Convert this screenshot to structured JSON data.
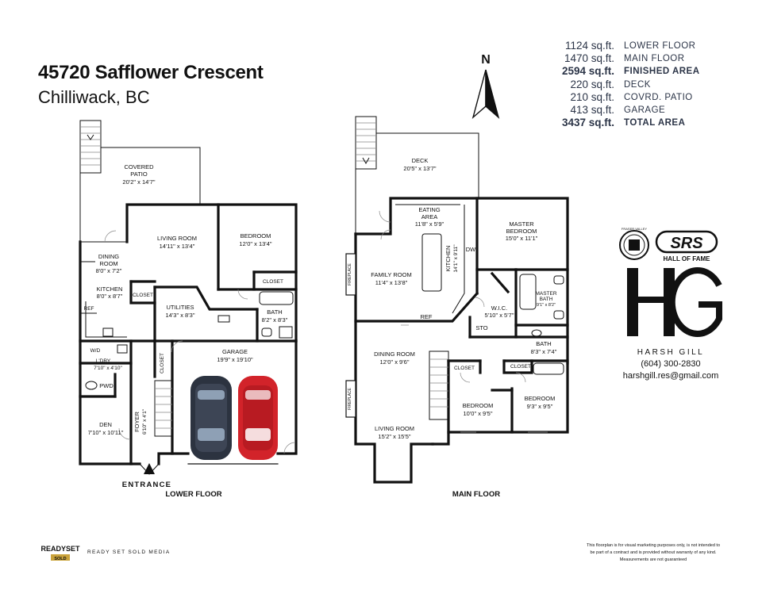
{
  "header": {
    "address": "45720 Safflower Crescent",
    "city": "Chilliwack, BC"
  },
  "compass": {
    "label": "N"
  },
  "areas": [
    {
      "value": "1124 sq.ft.",
      "label": "LOWER FLOOR",
      "bold": false
    },
    {
      "value": "1470 sq.ft.",
      "label": "MAIN FLOOR",
      "bold": false
    },
    {
      "value": "2594 sq.ft.",
      "label": "FINISHED AREA",
      "bold": true
    },
    {
      "value": "220 sq.ft.",
      "label": "DECK",
      "bold": false
    },
    {
      "value": "210 sq.ft.",
      "label": "COVRD. PATIO",
      "bold": false
    },
    {
      "value": "413 sq.ft.",
      "label": "GARAGE",
      "bold": false
    },
    {
      "value": "3437 sq.ft.",
      "label": "TOTAL AREA",
      "bold": true
    }
  ],
  "lower_floor": {
    "title": "LOWER FLOOR",
    "entrance": "ENTRANCE",
    "rooms": {
      "covered_patio": {
        "name": "COVERED\nPATIO",
        "dims": "20'2\" x 14'7\""
      },
      "living_room": {
        "name": "LIVING ROOM",
        "dims": "14'11\" x 13'4\""
      },
      "bedroom": {
        "name": "BEDROOM",
        "dims": "12'0\" x 13'4\""
      },
      "dining_room": {
        "name": "DINING\nROOM",
        "dims": "8'0\" x 7'2\""
      },
      "kitchen": {
        "name": "KITCHEN",
        "dims": "8'0\" x 8'7\""
      },
      "closet_kitchen": {
        "name": "CLOSET"
      },
      "utilities": {
        "name": "UTILITIES",
        "dims": "14'3\" x 8'3\""
      },
      "closet_bedroom": {
        "name": "CLOSET"
      },
      "bath": {
        "name": "BATH",
        "dims": "8'2\" x 8'3\""
      },
      "ref": {
        "name": "REF"
      },
      "wd": {
        "name": "W/D"
      },
      "laundry": {
        "name": "L'DRY",
        "dims": "7'10\" x 4'10\""
      },
      "pwd": {
        "name": "PWD"
      },
      "closet_foyer": {
        "name": "CLOSET"
      },
      "garage": {
        "name": "GARAGE",
        "dims": "19'9\" x 19'10\""
      },
      "den": {
        "name": "DEN",
        "dims": "7'10\" x 10'11\""
      },
      "foyer": {
        "name": "FOYER",
        "dims": "6'10\" x 4'1\""
      }
    }
  },
  "main_floor": {
    "title": "MAIN FLOOR",
    "rooms": {
      "deck": {
        "name": "DECK",
        "dims": "20'5\" x 13'7\""
      },
      "eating_area": {
        "name": "EATING\nAREA",
        "dims": "11'8\" x 5'9\""
      },
      "master_bedroom": {
        "name": "MASTER\nBEDROOM",
        "dims": "15'0\" x 11'1\""
      },
      "family_room": {
        "name": "FAMILY ROOM",
        "dims": "11'4\" x 13'8\""
      },
      "kitchen": {
        "name": "KITCHEN",
        "dims": "14'1\" x 9'11\""
      },
      "dw": {
        "name": "DW"
      },
      "fireplace_1": {
        "name": "FIREPLACE"
      },
      "master_bath": {
        "name": "MASTER\nBATH",
        "dims": "9'1\" x 8'2\""
      },
      "wic": {
        "name": "W.I.C.",
        "dims": "5'10\" x 5'7\""
      },
      "ref": {
        "name": "REF"
      },
      "sto": {
        "name": "STO"
      },
      "bath": {
        "name": "BATH",
        "dims": "8'3\" x 7'4\""
      },
      "dining_room": {
        "name": "DINING ROOM",
        "dims": "12'0\" x 9'6\""
      },
      "closet_1": {
        "name": "CLOSET"
      },
      "closet_2": {
        "name": "CLOSET"
      },
      "fireplace_2": {
        "name": "FIREPLACE"
      },
      "bedroom_1": {
        "name": "BEDROOM",
        "dims": "10'0\" x 9'5\""
      },
      "bedroom_2": {
        "name": "BEDROOM",
        "dims": "9'3\" x 9'5\""
      },
      "living_room": {
        "name": "LIVING ROOM",
        "dims": "15'2\" x 15'5\""
      }
    }
  },
  "agent": {
    "badge_left": "FRASER VALLEY",
    "srs_logo": "SRS",
    "hall_of_fame": "HALL OF FAME",
    "monogram": "HG",
    "name": "HARSH GILL",
    "phone": "(604) 300-2830",
    "email": "harshgill.res@gmail.com"
  },
  "footer": {
    "brand_logo": "READYSET",
    "brand_sub": "SOLD",
    "brand_name": "READY SET SOLD MEDIA",
    "disclaimer": [
      "This floorplan is for visual marketing purposes only, is not intended to",
      "be part of a contract and is provided without warranty of any kind.",
      "Measurements are not guaranteed"
    ]
  },
  "colors": {
    "wall": "#111111",
    "area_text": "#2b3447",
    "car_red": "#d2232a",
    "car_dark": "#2c3340",
    "logo_gold": "#c9a23a"
  }
}
